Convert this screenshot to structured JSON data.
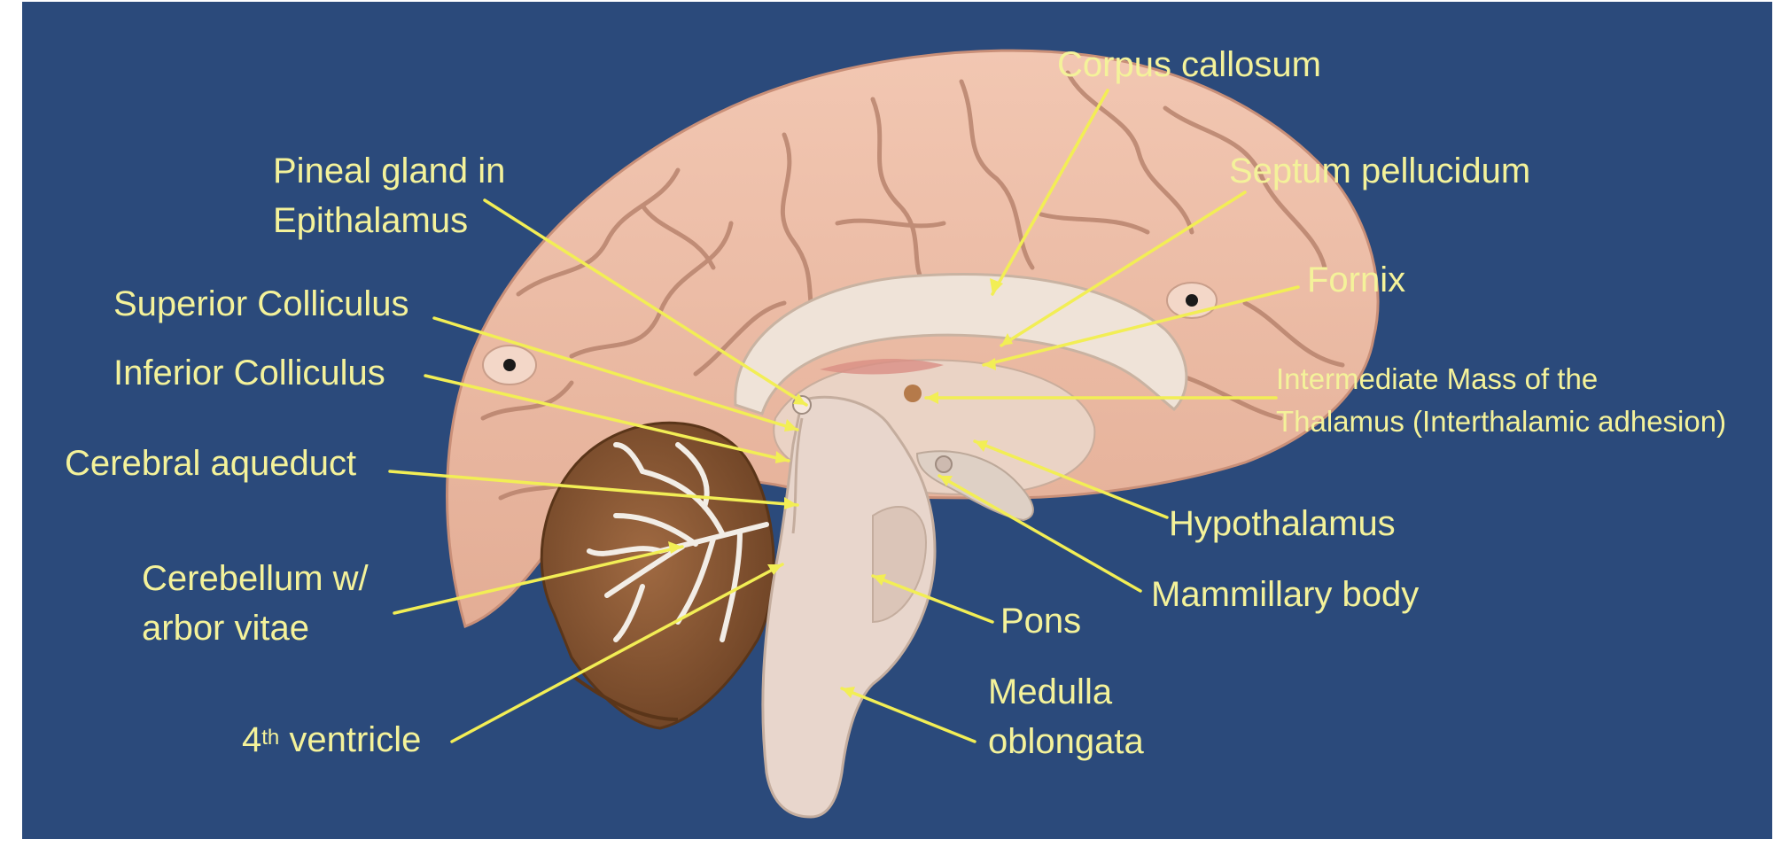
{
  "labels": {
    "corpus_callosum": "Corpus callosum",
    "septum_pellucidum": "Septum pellucidum",
    "fornix": "Fornix",
    "intermediate_mass_line1": "Intermediate Mass of the",
    "intermediate_mass_line2": "Thalamus (Interthalamic adhesion)",
    "hypothalamus": "Hypothalamus",
    "mammillary_body": "Mammillary body",
    "pons": "Pons",
    "medulla_line1": "Medulla",
    "medulla_line2": "oblongata",
    "pineal_line1": "Pineal gland in",
    "pineal_line2": "Epithalamus",
    "superior_colliculus": "Superior Colliculus",
    "inferior_colliculus": "Inferior Colliculus",
    "cerebral_aqueduct": "Cerebral aqueduct",
    "cerebellum_line1": "Cerebellum w/",
    "cerebellum_line2": "arbor vitae",
    "fourth_ventricle_num": "4",
    "fourth_ventricle_sup": "th",
    "fourth_ventricle_rest": " ventricle"
  },
  "colors": {
    "background": "#2b4a7b",
    "label_text": "#f4f29a",
    "leader_line": "#f2ee55",
    "cerebrum": "#eebfa9",
    "cerebellum": "#8b5a35",
    "brainstem": "#e8d6cc"
  }
}
